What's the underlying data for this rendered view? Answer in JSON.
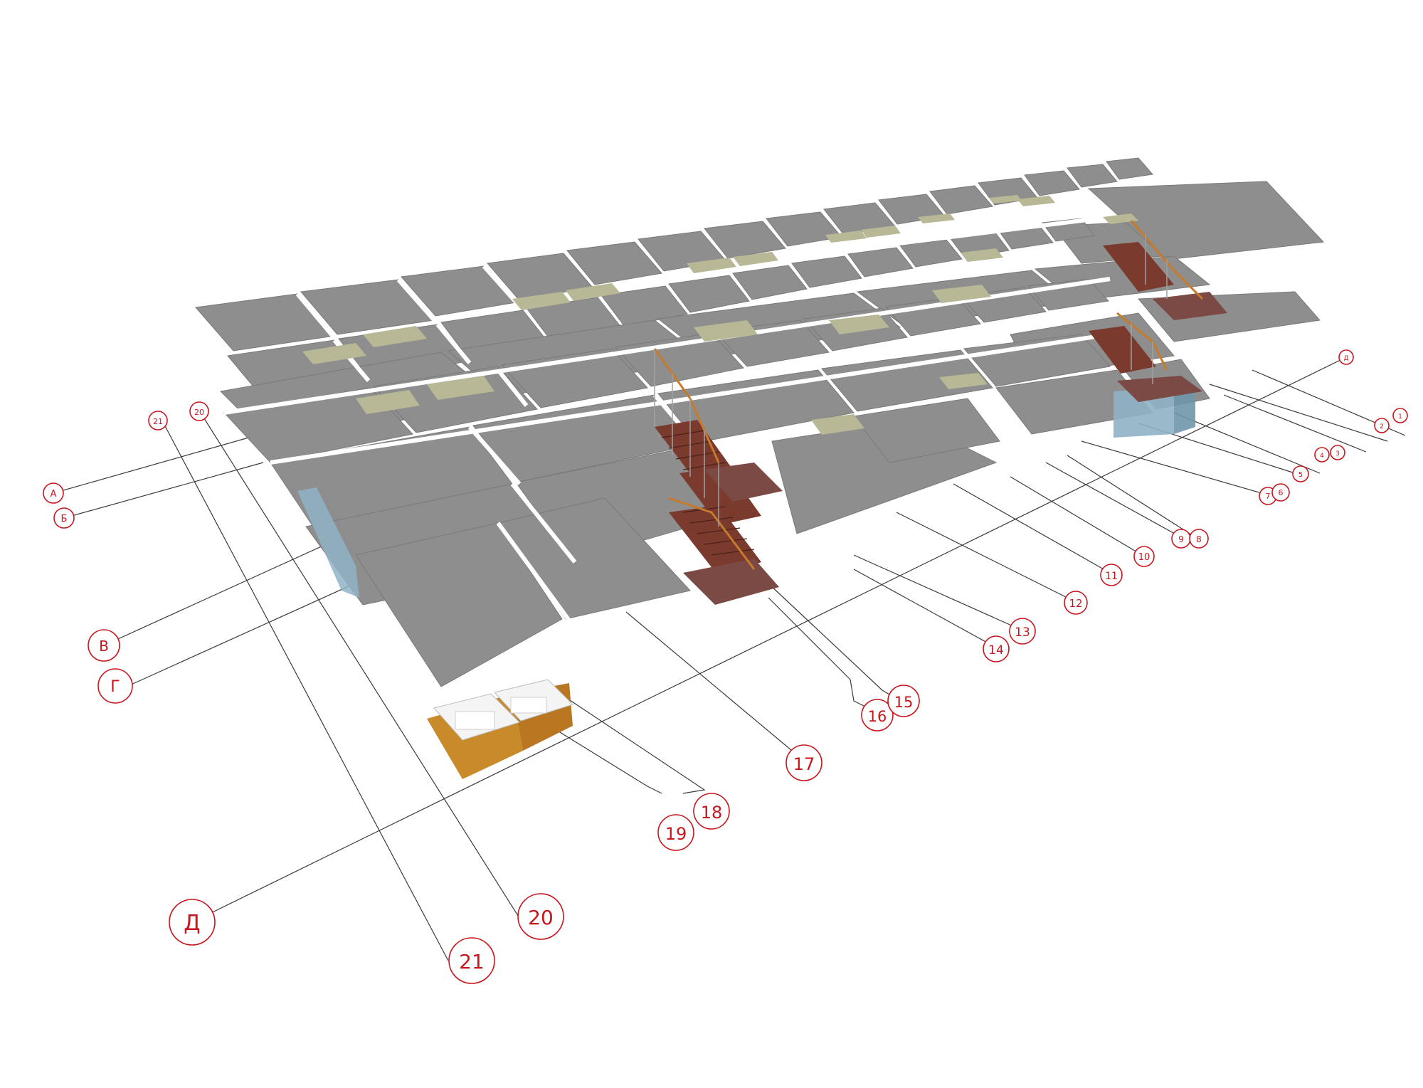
{
  "colors": {
    "slab": "#8e8e8e",
    "slab_edge": "#7a7a7a",
    "opening": "#b8b796",
    "stair_tread": "#7a3a2e",
    "stair_landing": "#7b4a44",
    "handrail": "#c77a2a",
    "glass_wall": "#8fb3c6",
    "grid_bubble": "#c8161d",
    "grid_line": "#3a3a3a",
    "tub_wood": "#c98a2a"
  },
  "axis_labels": {
    "num_1": "1",
    "num_2": "2",
    "num_3": "3",
    "num_4": "4",
    "num_5": "5",
    "num_6": "6",
    "num_7": "7",
    "num_8": "8",
    "num_9": "9",
    "num_10": "10",
    "num_11": "11",
    "num_12": "12",
    "num_13": "13",
    "num_14": "14",
    "num_15": "15",
    "num_16": "16",
    "num_17": "17",
    "num_18": "18",
    "num_19": "19",
    "num_20": "20",
    "num_21": "21",
    "far_20": "20",
    "far_21": "21",
    "let_a": "А",
    "let_b": "Б",
    "let_v": "В",
    "let_g": "Г",
    "let_d": "Д",
    "far_d": "Д"
  },
  "icons": {
    "stair": "staircase-icon",
    "bathtub": "bathtub-icon",
    "glass_wall": "glass-wall-icon"
  }
}
